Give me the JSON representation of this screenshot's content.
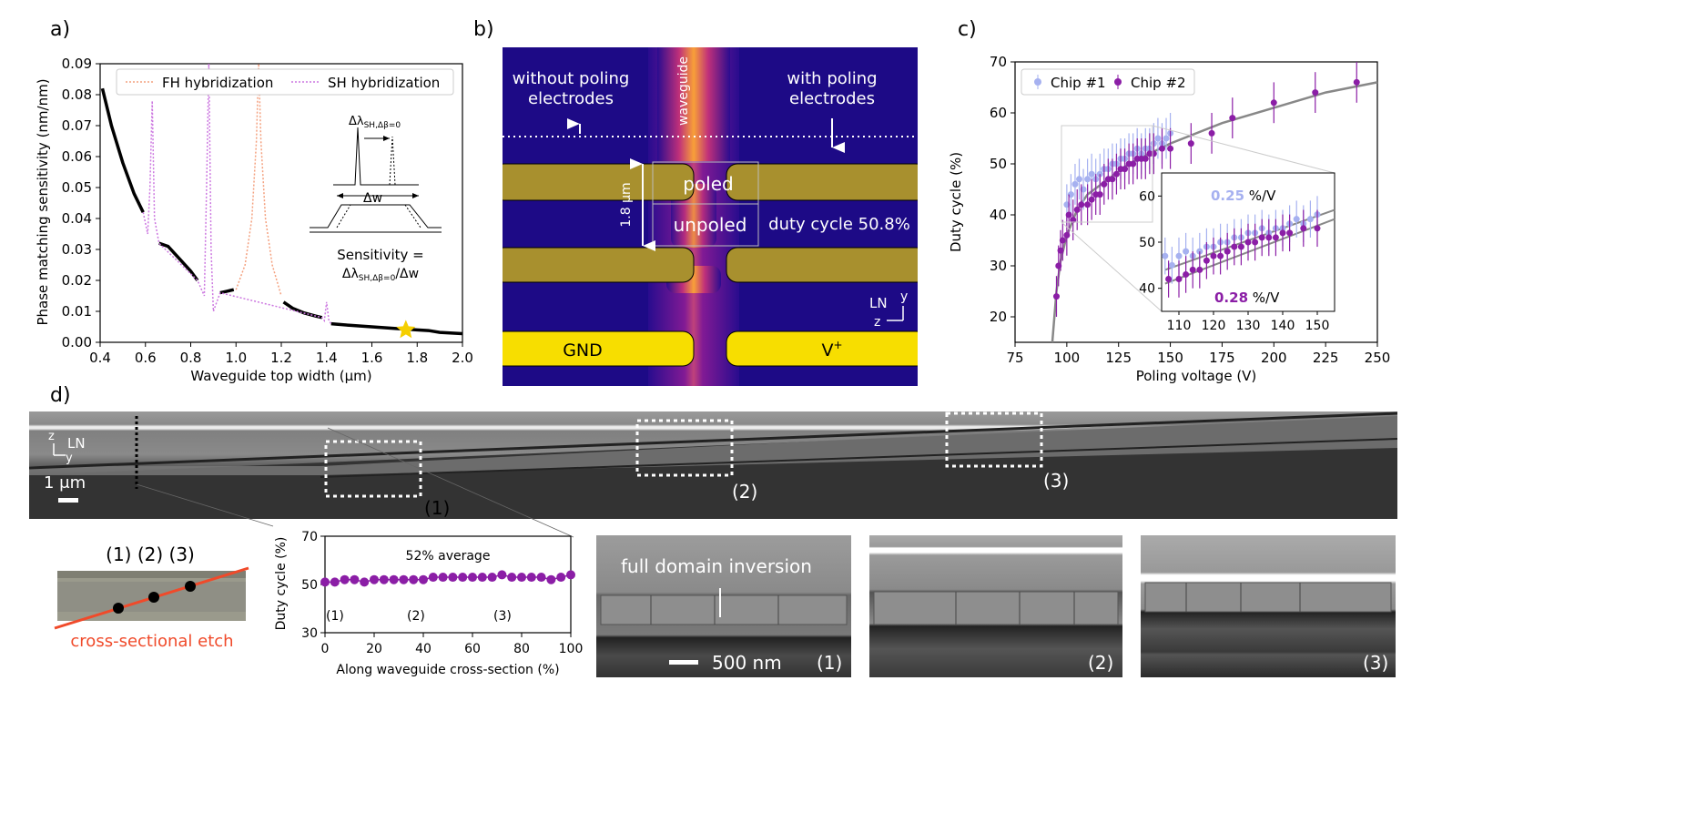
{
  "panels": {
    "a": "a)",
    "b": "b)",
    "c": "c)",
    "d": "d)"
  },
  "panel_a": {
    "ylabel": "Phase matching sensitivity (nm/nm)",
    "xlabel": "Waveguide top width (μm)",
    "legend": [
      "FH hybridization",
      "SH hybridization"
    ],
    "inset_top": "Δλ",
    "inset_top_sub": "SH,Δβ=0",
    "inset_dw": "Δw",
    "inset_sens1": "Sensitivity =",
    "inset_sens2": "Δλ",
    "inset_sens2_sub": "SH,Δβ=0",
    "inset_sens2_tail": "/Δw",
    "xticks": [
      "0.4",
      "0.6",
      "0.8",
      "1.0",
      "1.2",
      "1.4",
      "1.6",
      "1.8",
      "2.0"
    ],
    "yticks": [
      "0.00",
      "0.01",
      "0.02",
      "0.03",
      "0.04",
      "0.05",
      "0.06",
      "0.07",
      "0.08",
      "0.09"
    ]
  },
  "panel_b": {
    "without": "without poling",
    "without2": "electrodes",
    "with": "with poling",
    "with2": "electrodes",
    "waveguide": "waveguide",
    "poled": "poled",
    "unpoled": "unpoled",
    "duty": "duty cycle 50.8%",
    "scale": "1.8 μm",
    "gnd": "GND",
    "vplus": "V",
    "vplus_sup": "+",
    "axis_ln": "LN",
    "axis_y": "y",
    "axis_z": "z"
  },
  "panel_c": {
    "ylabel": "Duty cycle (%)",
    "xlabel": "Poling voltage (V)",
    "legend": [
      "Chip #1",
      "Chip #2"
    ],
    "inset_slope1": "0.25",
    "inset_slope2": "0.28",
    "inset_unit": "%/V",
    "xticks": [
      "75",
      "100",
      "125",
      "150",
      "175",
      "200",
      "225",
      "250"
    ],
    "yticks": [
      "20",
      "30",
      "40",
      "50",
      "60",
      "70"
    ],
    "inset_xticks": [
      "110",
      "120",
      "130",
      "140",
      "150"
    ],
    "inset_yticks": [
      "40",
      "50",
      "60"
    ]
  },
  "panel_d": {
    "axis_z": "z",
    "axis_ln": "LN",
    "axis_y": "y",
    "scale": "1 μm",
    "marker1": "(1)",
    "marker2": "(2)",
    "marker3": "(3)",
    "schematic_labels": "(1) (2) (3)",
    "etch": "cross-sectional etch",
    "plot_ylabel": "Duty cycle (%)",
    "plot_xlabel": "Along waveguide cross-section (%)",
    "plot_note": "52% average",
    "plot_xticks": [
      "0",
      "20",
      "40",
      "60",
      "80",
      "100"
    ],
    "plot_yticks": [
      "30",
      "50",
      "70"
    ],
    "full_domain": "full domain inversion",
    "scale2": "500 nm",
    "img1": "(1)",
    "img2": "(2)",
    "img3": "(3)"
  },
  "chart_data": [
    {
      "type": "line",
      "title": "",
      "xlabel": "Waveguide top width (μm)",
      "ylabel": "Phase matching sensitivity (nm/nm)",
      "xlim": [
        0.4,
        2.0
      ],
      "ylim": [
        0.0,
        0.09
      ],
      "series": [
        {
          "name": "",
          "x": [
            0.41,
            0.45,
            0.5,
            0.55,
            0.59
          ],
          "y": [
            0.082,
            0.07,
            0.058,
            0.048,
            0.042
          ]
        },
        {
          "name": "",
          "x": [
            0.66,
            0.7,
            0.75,
            0.8,
            0.83
          ],
          "y": [
            0.032,
            0.031,
            0.027,
            0.023,
            0.02
          ]
        },
        {
          "name": "",
          "x": [
            0.93,
            0.96,
            0.99
          ],
          "y": [
            0.016,
            0.0165,
            0.017
          ]
        },
        {
          "name": "",
          "x": [
            1.21,
            1.25,
            1.3,
            1.35,
            1.38
          ],
          "y": [
            0.013,
            0.011,
            0.0095,
            0.0085,
            0.008
          ]
        },
        {
          "name": "",
          "x": [
            1.42,
            1.5,
            1.6,
            1.7,
            1.8,
            1.85,
            1.9,
            2.0
          ],
          "y": [
            0.006,
            0.0055,
            0.005,
            0.0045,
            0.004,
            0.0038,
            0.0032,
            0.0028
          ]
        },
        {
          "name": "FH hybridization",
          "x": [
            1.0,
            1.04,
            1.07,
            1.09,
            1.1,
            1.11,
            1.13,
            1.16,
            1.2
          ],
          "y": [
            0.017,
            0.025,
            0.04,
            0.065,
            0.09,
            0.065,
            0.04,
            0.025,
            0.015
          ]
        },
        {
          "name": "SH hybridization",
          "x": [
            0.59,
            0.61,
            0.62,
            0.63,
            0.64,
            0.66,
            0.83,
            0.86,
            0.87,
            0.88,
            0.89,
            0.9,
            0.93,
            1.38,
            1.39,
            1.4,
            1.41,
            1.42
          ],
          "y": [
            0.042,
            0.035,
            0.05,
            0.078,
            0.04,
            0.032,
            0.02,
            0.015,
            0.05,
            0.09,
            0.03,
            0.01,
            0.016,
            0.008,
            0.007,
            0.013,
            0.007,
            0.006
          ]
        }
      ],
      "marker": {
        "x": 1.75,
        "y": 0.004
      }
    },
    {
      "type": "scatter",
      "title": "",
      "xlabel": "Poling voltage (V)",
      "ylabel": "Duty cycle (%)",
      "xlim": [
        75,
        250
      ],
      "ylim": [
        15,
        70
      ],
      "series": [
        {
          "name": "Chip #1",
          "x": [
            100,
            102,
            104,
            106,
            108,
            110,
            112,
            114,
            116,
            118,
            120,
            122,
            124,
            126,
            128,
            130,
            132,
            134,
            136,
            138,
            140,
            142,
            144,
            146,
            148,
            150
          ],
          "y": [
            42,
            44,
            46,
            47,
            45,
            47,
            48,
            47,
            48,
            49,
            49,
            50,
            50,
            51,
            51,
            52,
            52,
            53,
            52,
            53,
            53,
            54,
            55,
            54,
            55,
            56
          ]
        },
        {
          "name": "Chip #2",
          "x": [
            95,
            96,
            97,
            98,
            100,
            101,
            103,
            105,
            107,
            110,
            112,
            114,
            116,
            118,
            120,
            122,
            124,
            126,
            128,
            130,
            132,
            134,
            136,
            138,
            140,
            142,
            146,
            150,
            160,
            170,
            180,
            200,
            220,
            240
          ],
          "y": [
            24,
            30,
            33,
            35,
            36,
            40,
            39,
            41,
            42,
            42,
            43,
            44,
            44,
            46,
            47,
            47,
            48,
            49,
            49,
            50,
            50,
            51,
            51,
            51,
            52,
            52,
            53,
            53,
            54,
            56,
            59,
            62,
            64,
            66
          ]
        },
        {
          "name": "fit",
          "x": [
            93,
            95,
            97,
            100,
            105,
            110,
            120,
            130,
            140,
            150,
            175,
            200,
            225,
            250
          ],
          "y": [
            15,
            25,
            31,
            36,
            41,
            44,
            47,
            50,
            52,
            54,
            58,
            61,
            64,
            66
          ]
        }
      ]
    },
    {
      "type": "scatter",
      "title": "",
      "xlabel": "Along waveguide cross-section (%)",
      "ylabel": "Duty cycle (%)",
      "xlim": [
        0,
        100
      ],
      "ylim": [
        30,
        70
      ],
      "series": [
        {
          "name": "",
          "x": [
            0,
            4,
            8,
            12,
            16,
            20,
            24,
            28,
            32,
            36,
            40,
            44,
            48,
            52,
            56,
            60,
            64,
            68,
            72,
            76,
            80,
            84,
            88,
            92,
            96,
            100
          ],
          "y": [
            51,
            51,
            52,
            52,
            51,
            52,
            52,
            52,
            52,
            52,
            52,
            53,
            53,
            53,
            53,
            53,
            53,
            53,
            54,
            53,
            53,
            53,
            53,
            52,
            53,
            54
          ]
        }
      ]
    }
  ]
}
